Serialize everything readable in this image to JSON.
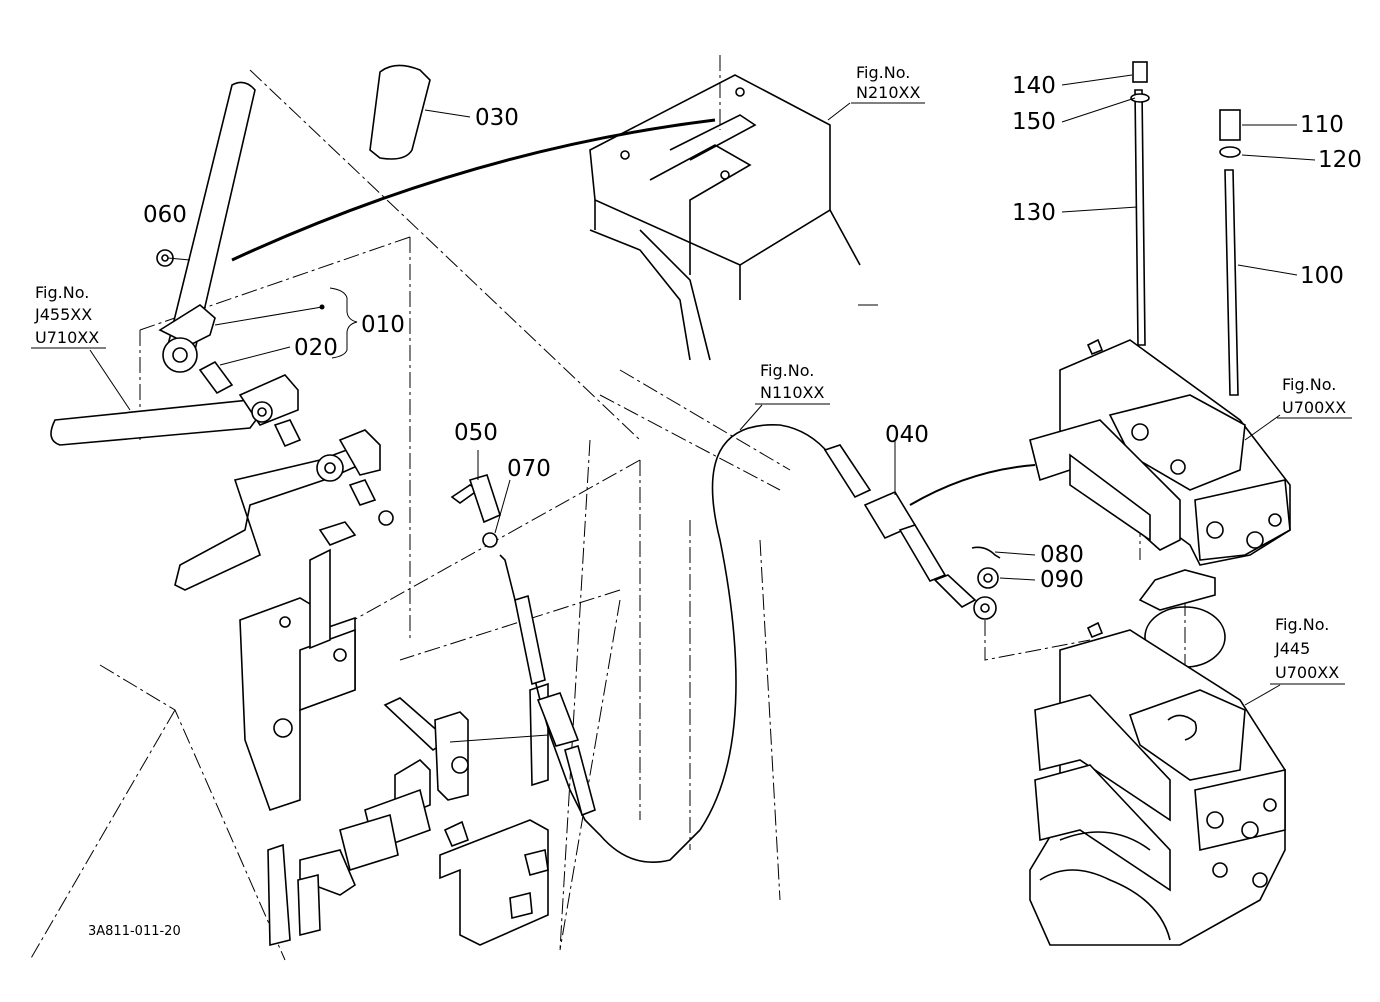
{
  "diagram": {
    "drawing_code": "3A811-011-20",
    "part_labels": [
      "010",
      "020",
      "030",
      "040",
      "050",
      "060",
      "070",
      "080",
      "090",
      "100",
      "110",
      "120",
      "130",
      "140",
      "150"
    ],
    "figure_refs": [
      {
        "id": "n210",
        "lines": [
          "Fig.No.",
          "N210XX"
        ]
      },
      {
        "id": "j455",
        "lines": [
          "Fig.No.",
          "J455XX",
          "U710XX"
        ]
      },
      {
        "id": "n110",
        "lines": [
          "Fig.No.",
          "N110XX"
        ]
      },
      {
        "id": "u700a",
        "lines": [
          "Fig.No.",
          "U700XX"
        ]
      },
      {
        "id": "j445",
        "lines": [
          "Fig.No.",
          "J445",
          "U700XX"
        ]
      }
    ]
  }
}
